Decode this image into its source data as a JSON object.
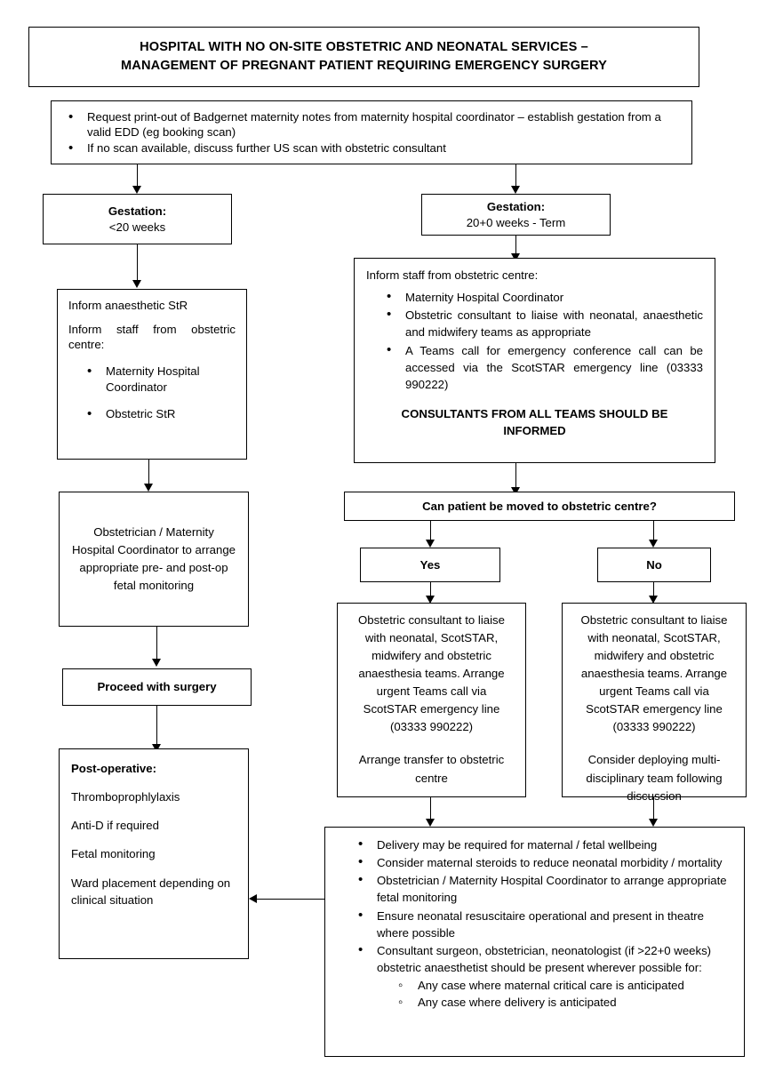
{
  "title": {
    "line1": "HOSPITAL WITH NO ON-SITE OBSTETRIC AND NEONATAL SERVICES –",
    "line2": "MANAGEMENT OF PREGNANT PATIENT REQUIRING EMERGENCY SURGERY"
  },
  "intake": {
    "bullets": [
      "Request print-out of Badgernet maternity notes from maternity hospital coordinator – establish gestation from a valid EDD (eg booking scan)",
      "If no scan available, discuss further US scan with obstetric consultant"
    ]
  },
  "gestation_left": {
    "heading": "Gestation:",
    "value": "<20 weeks"
  },
  "gestation_right": {
    "heading": "Gestation:",
    "value": "20+0 weeks - Term"
  },
  "inform_left": {
    "line1": "Inform anaesthetic StR",
    "line2": "Inform staff from obstetric centre:",
    "bullets": [
      "Maternity Hospital Coordinator",
      "Obstetric StR"
    ]
  },
  "inform_right": {
    "heading": "Inform staff from obstetric centre:",
    "bullets": [
      "Maternity Hospital Coordinator",
      "Obstetric consultant to liaise with neonatal, anaesthetic and midwifery teams as appropriate",
      "A Teams call for emergency conference call can be accessed via the ScotSTAR emergency line (03333 990222)"
    ],
    "emphasis": "CONSULTANTS FROM ALL TEAMS SHOULD BE INFORMED"
  },
  "obstetrician_monitoring": {
    "text": "Obstetrician / Maternity Hospital Coordinator to arrange appropriate pre- and post-op fetal monitoring"
  },
  "proceed_surgery": {
    "label": "Proceed with surgery"
  },
  "post_operative": {
    "heading": "Post-operative:",
    "items": [
      "Thromboprophlylaxis",
      "Anti-D if required",
      "Fetal monitoring",
      "Ward placement depending on clinical situation"
    ]
  },
  "decision": {
    "question": "Can patient be moved to obstetric centre?",
    "yes_label": "Yes",
    "no_label": "No"
  },
  "yes_branch": {
    "para1": "Obstetric consultant to liaise with neonatal, ScotSTAR, midwifery and obstetric anaesthesia teams. Arrange urgent Teams call via ScotSTAR emergency line (03333 990222)",
    "para2": "Arrange transfer to obstetric centre"
  },
  "no_branch": {
    "para1": "Obstetric consultant to liaise with neonatal, ScotSTAR, midwifery and obstetric anaesthesia teams. Arrange urgent Teams call via ScotSTAR emergency line (03333 990222)",
    "para2": "Consider deploying multi-disciplinary team following discussion"
  },
  "delivery_box": {
    "bullets": [
      "Delivery may be required for maternal / fetal wellbeing",
      "Consider maternal steroids to reduce neonatal morbidity / mortality",
      "Obstetrician / Maternity Hospital Coordinator to arrange appropriate fetal monitoring",
      "Ensure neonatal resuscitaire operational and present in theatre where possible",
      "Consultant surgeon, obstetrician, neonatologist (if >22+0 weeks) obstetric anaesthetist should be present wherever possible for:"
    ],
    "sub_bullets": [
      "Any case where maternal critical care is anticipated",
      "Any case where delivery is anticipated"
    ]
  },
  "colors": {
    "ink": "#000000",
    "paper": "#ffffff"
  }
}
